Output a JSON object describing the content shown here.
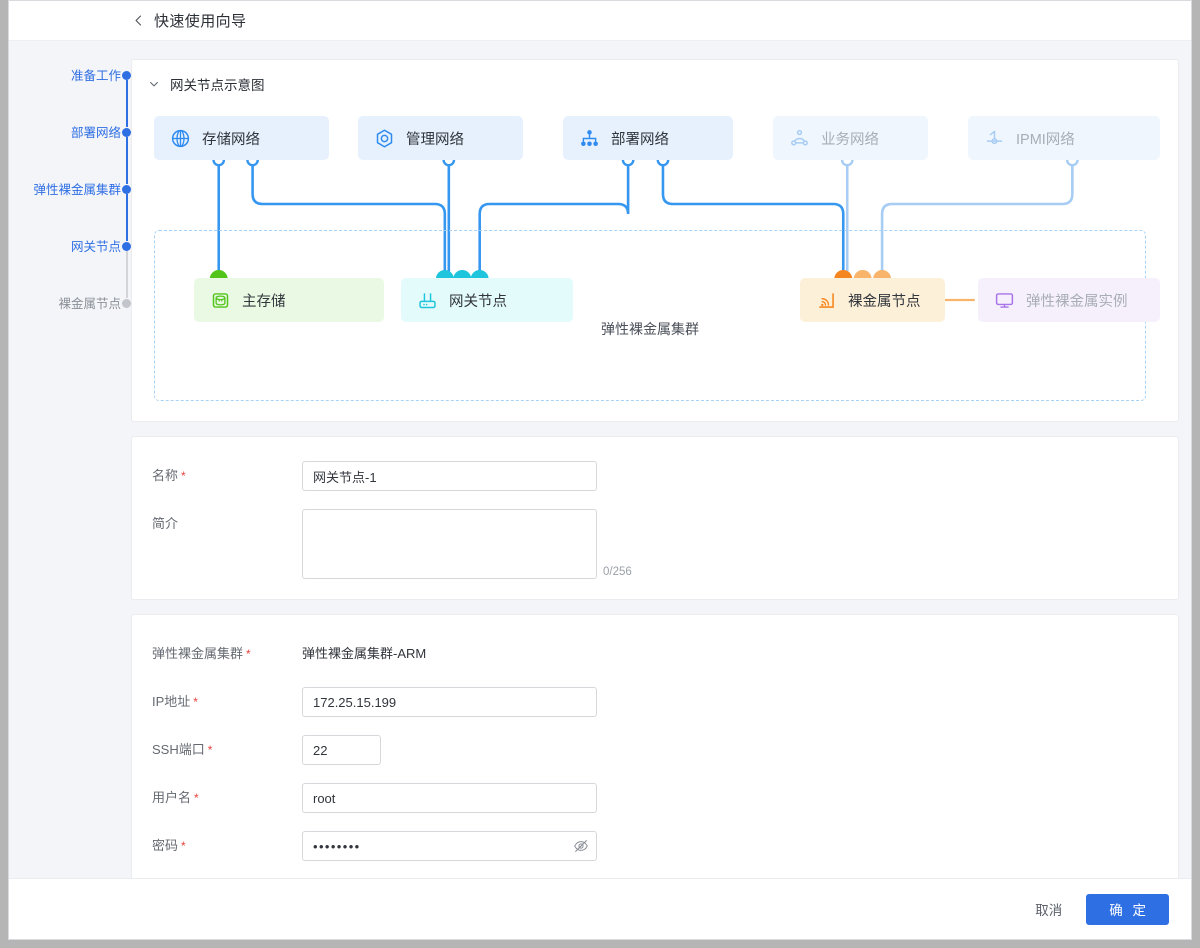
{
  "header": {
    "back_icon": "chevron-left-icon",
    "title": "快速使用向导"
  },
  "steps": [
    {
      "label": "准备工作",
      "state": "done"
    },
    {
      "label": "部署网络",
      "state": "done"
    },
    {
      "label": "弹性裸金属集群",
      "state": "done"
    },
    {
      "label": "网关节点",
      "state": "active"
    },
    {
      "label": "裸金属节点",
      "state": "inactive"
    }
  ],
  "diagram": {
    "section_title": "网关节点示意图",
    "collapse_icon": "chevron-down-icon",
    "cluster_caption": "弹性裸金属集群",
    "network_nodes": [
      {
        "label": "存储网络",
        "icon": "globe-icon",
        "state": "strong"
      },
      {
        "label": "管理网络",
        "icon": "target-icon",
        "state": "strong"
      },
      {
        "label": "部署网络",
        "icon": "sitemap-icon",
        "state": "strong"
      },
      {
        "label": "业务网络",
        "icon": "cloud-nodes-icon",
        "state": "muted"
      },
      {
        "label": "IPMI网络",
        "icon": "ipmi-icon",
        "state": "muted"
      }
    ],
    "resource_nodes": [
      {
        "label": "主存储",
        "icon": "database-icon",
        "color": "green"
      },
      {
        "label": "网关节点",
        "icon": "router-icon",
        "color": "cyan"
      },
      {
        "label": "裸金属节点",
        "icon": "signal-icon",
        "color": "orange"
      },
      {
        "label": "弹性裸金属实例",
        "icon": "monitor-icon",
        "color": "purple"
      }
    ]
  },
  "form_basic": {
    "name": {
      "label": "名称",
      "required": true,
      "value": "网关节点-1",
      "placeholder": ""
    },
    "desc": {
      "label": "简介",
      "required": false,
      "value": "",
      "placeholder": "",
      "counter": "0/256"
    }
  },
  "form_connect": {
    "cluster": {
      "label": "弹性裸金属集群",
      "required": true,
      "value": "弹性裸金属集群-ARM"
    },
    "ip": {
      "label": "IP地址",
      "required": true,
      "value": "172.25.15.199",
      "placeholder": ""
    },
    "ssh_port": {
      "label": "SSH端口",
      "required": true,
      "value": "22",
      "placeholder": ""
    },
    "username": {
      "label": "用户名",
      "required": true,
      "value": "root",
      "placeholder": ""
    },
    "password": {
      "label": "密码",
      "required": true,
      "value": "••••••••",
      "placeholder": "",
      "toggle_icon": "eye-off-icon"
    }
  },
  "footer": {
    "cancel_label": "取消",
    "confirm_label": "确 定"
  },
  "colors": {
    "primary": "#2f6fe4",
    "wire_strong": "#3697f0",
    "wire_muted": "#a8cdf4",
    "green": "#52c41a",
    "cyan": "#1fc5dd",
    "orange": "#f5861f",
    "purple": "#a974e8",
    "required_star": "#e8413c"
  }
}
